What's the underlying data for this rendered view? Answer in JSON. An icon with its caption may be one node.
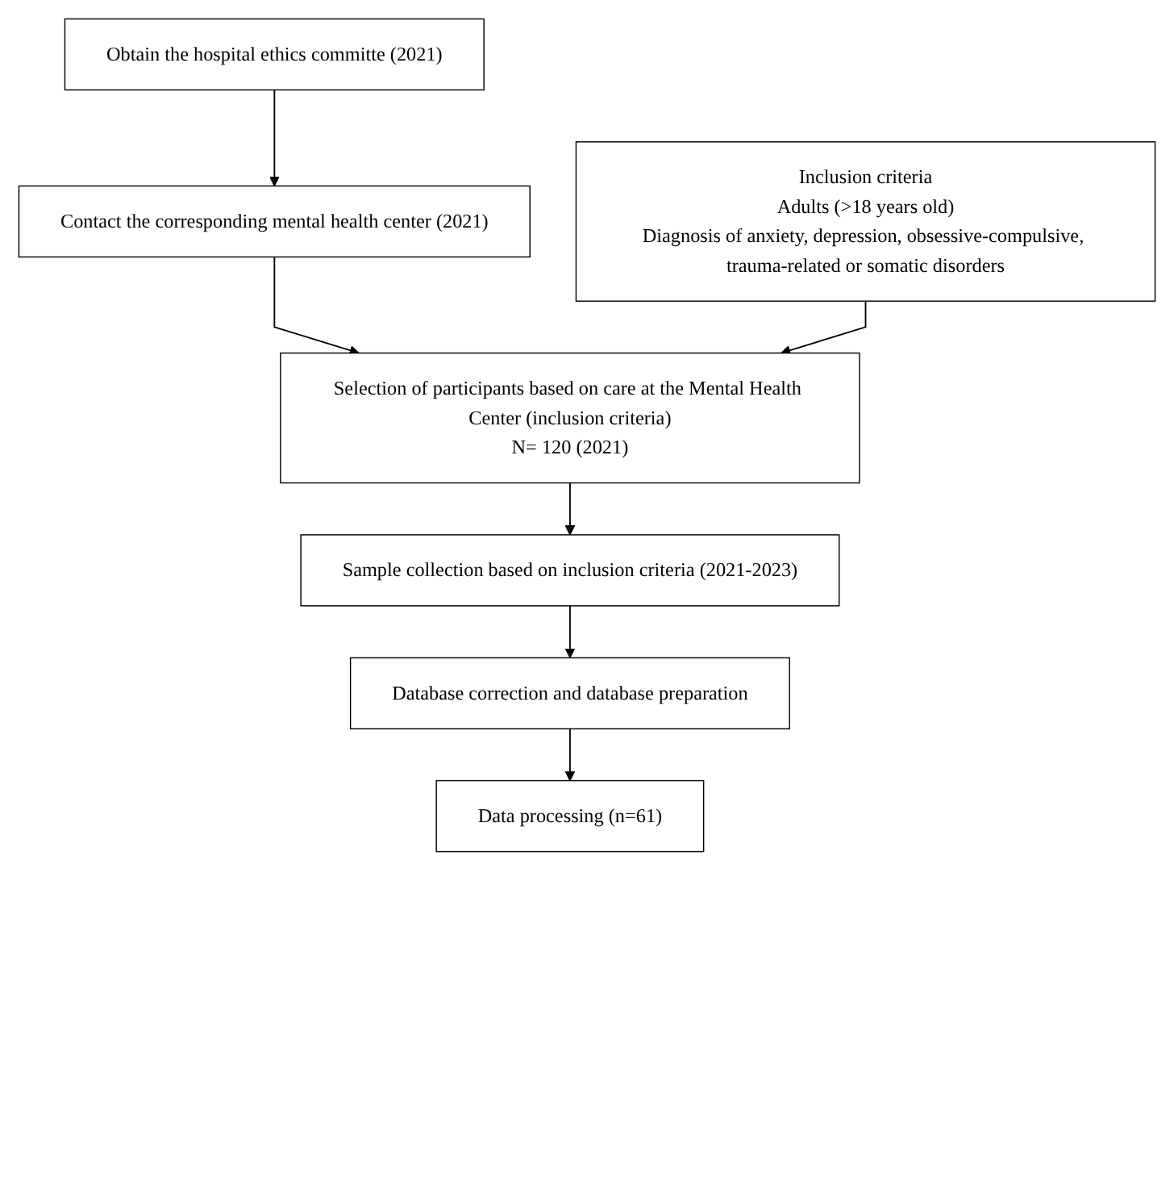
{
  "diagram": {
    "nodes": [
      {
        "text": [
          "Obtain the hospital ethics committe (2021)"
        ]
      },
      {
        "text": [
          "Contact the corresponding mental health center (2021)"
        ]
      },
      {
        "text": [
          "Selection of participants based on care at the Mental Health Center (inclusion criteria)",
          "N= 120 (2021)"
        ]
      },
      {
        "text": [
          "Inclusion criteria",
          "Adults (>18 years old)",
          "Diagnosis of anxiety, depression, obsessive-compulsive, trauma-related or somatic disorders"
        ]
      },
      {
        "text": [
          "Sample collection based on inclusion criteria (2021-2023)"
        ]
      },
      {
        "text": [
          "Database correction and database preparation"
        ]
      },
      {
        "text": [
          "Data processing (n=61)"
        ]
      }
    ],
    "edges": [
      {
        "from": 0,
        "to": 1,
        "arrow": "to"
      },
      {
        "from": 1,
        "to": 2,
        "arrow": "to"
      },
      {
        "from": 3,
        "to": 2,
        "arrow": "to"
      },
      {
        "from": 2,
        "to": 4,
        "arrow": "to"
      },
      {
        "from": 4,
        "to": 5,
        "arrow": "to"
      },
      {
        "from": 5,
        "to": 6,
        "arrow": "to"
      }
    ]
  }
}
